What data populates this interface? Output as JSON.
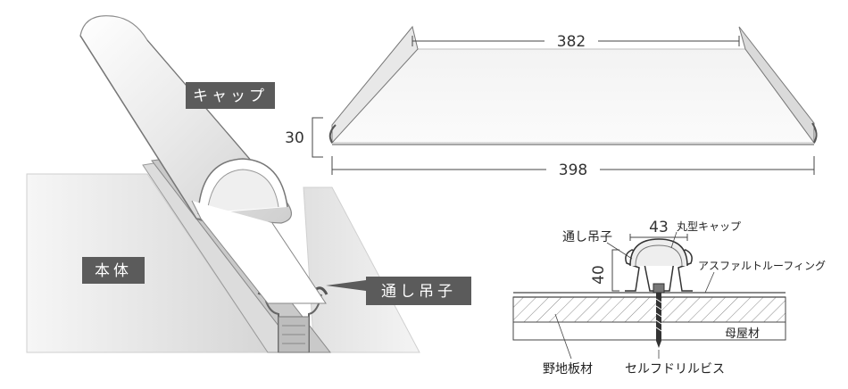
{
  "labels": {
    "cap": "キャップ",
    "body": "本体",
    "clip": "通し吊子"
  },
  "dimensions": {
    "top_width": "382",
    "bottom_width": "398",
    "height": "30"
  },
  "section": {
    "clip": "通し吊子",
    "width": "43",
    "cap": "丸型キャップ",
    "height": "40",
    "roofing": "アスファルトルーフィング",
    "purlin": "母屋材",
    "sheathing": "野地板材",
    "screw": "セルフドリルビス"
  },
  "colors": {
    "tag_bg": "#5b5b5b",
    "line": "#444444",
    "panel": "#f2f2f2"
  }
}
